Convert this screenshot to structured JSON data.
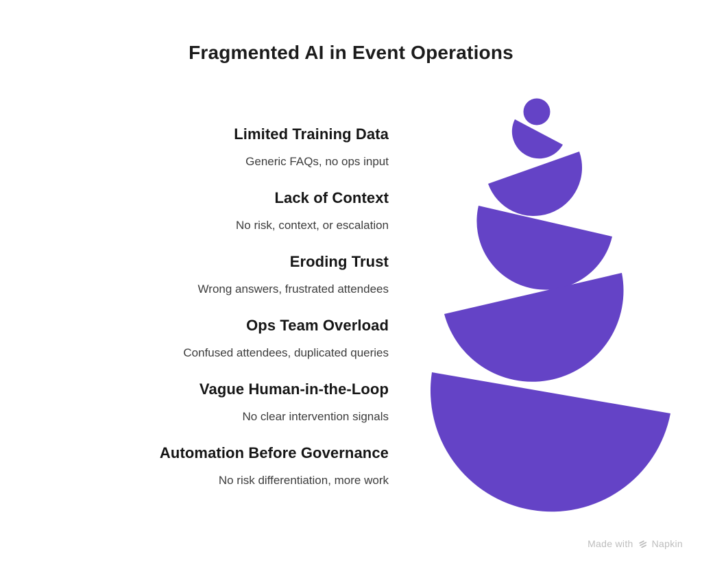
{
  "title": "Fragmented AI in Event Operations",
  "items": [
    {
      "title": "Limited Training Data",
      "subtitle": "Generic FAQs, no ops input"
    },
    {
      "title": "Lack of Context",
      "subtitle": "No risk, context, or escalation"
    },
    {
      "title": "Eroding Trust",
      "subtitle": "Wrong answers, frustrated attendees"
    },
    {
      "title": "Ops Team Overload",
      "subtitle": "Confused attendees, duplicated queries"
    },
    {
      "title": "Vague Human-in-the-Loop",
      "subtitle": "No clear intervention signals"
    },
    {
      "title": "Automation Before Governance",
      "subtitle": "No risk differentiation, more work"
    }
  ],
  "graphic": {
    "type": "stacked-balancing-semicircles",
    "levels": 6
  },
  "colors": {
    "accent": "#6443C6"
  },
  "footer": {
    "made_with": "Made with",
    "brand": "Napkin"
  }
}
